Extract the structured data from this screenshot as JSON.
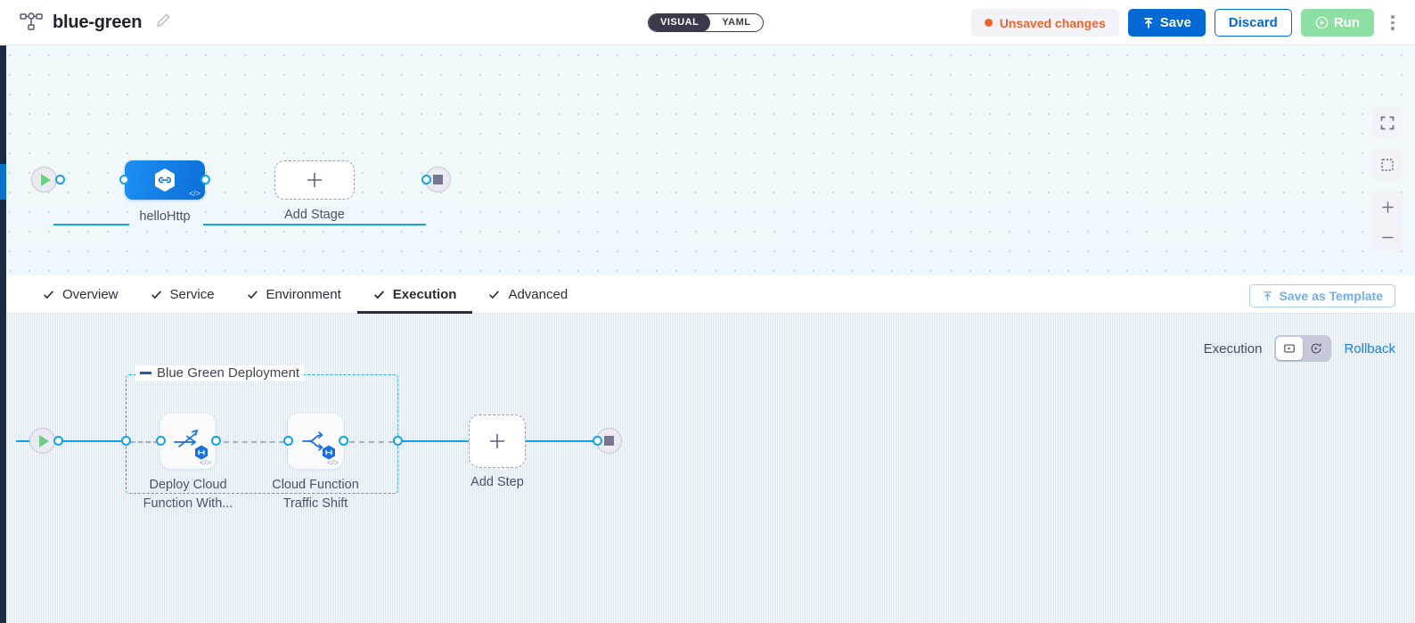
{
  "header": {
    "pipeline_icon": "pipeline-nodes-icon",
    "title": "blue-green",
    "edit_icon": "pencil-icon",
    "view_toggle": {
      "visual": "VISUAL",
      "yaml": "YAML",
      "selected": "VISUAL"
    },
    "unsaved_label": "Unsaved changes",
    "unsaved_color": "#f4622c",
    "save_label": "Save",
    "discard_label": "Discard",
    "run_label": "Run",
    "menu_icon": "kebab-menu-icon"
  },
  "stage_graph": {
    "start_icon": "play-start-icon",
    "end_icon": "stop-end-icon",
    "stage": {
      "label": "helloHttp",
      "icon": "hexagon-link-icon",
      "code_badge": "</>"
    },
    "add_stage": {
      "label": "Add Stage",
      "icon": "plus-icon"
    }
  },
  "canvas_controls": {
    "fullscreen": "fullscreen-icon",
    "fit": "fit-to-screen-icon",
    "zoom_in": "+",
    "zoom_out": "—"
  },
  "tabs": [
    {
      "label": "Overview",
      "checked": true,
      "active": false
    },
    {
      "label": "Service",
      "checked": true,
      "active": false
    },
    {
      "label": "Environment",
      "checked": true,
      "active": false
    },
    {
      "label": "Execution",
      "checked": true,
      "active": true
    },
    {
      "label": "Advanced",
      "checked": true,
      "active": false
    }
  ],
  "save_as_template": {
    "label": "Save as Template",
    "icon": "template-upload-icon"
  },
  "execution_bar": {
    "label": "Execution",
    "toggle": [
      {
        "icon": "execution-run-icon",
        "selected": true
      },
      {
        "icon": "rollback-clock-icon",
        "selected": false
      }
    ],
    "rollback_label": "Rollback"
  },
  "execution_graph": {
    "start_icon": "play-start-icon",
    "end_icon": "stop-end-icon",
    "group": {
      "title": "Blue Green Deployment"
    },
    "steps": [
      {
        "label": "Deploy Cloud Function With...",
        "icon": "deploy-function-icon",
        "badge": "hexagon-badge",
        "code_badge": "</>"
      },
      {
        "label": "Cloud Function Traffic Shift",
        "icon": "traffic-shift-icon",
        "badge": "hexagon-badge",
        "code_badge": "</>"
      }
    ],
    "add_step": {
      "label": "Add Step",
      "icon": "plus-icon"
    }
  }
}
